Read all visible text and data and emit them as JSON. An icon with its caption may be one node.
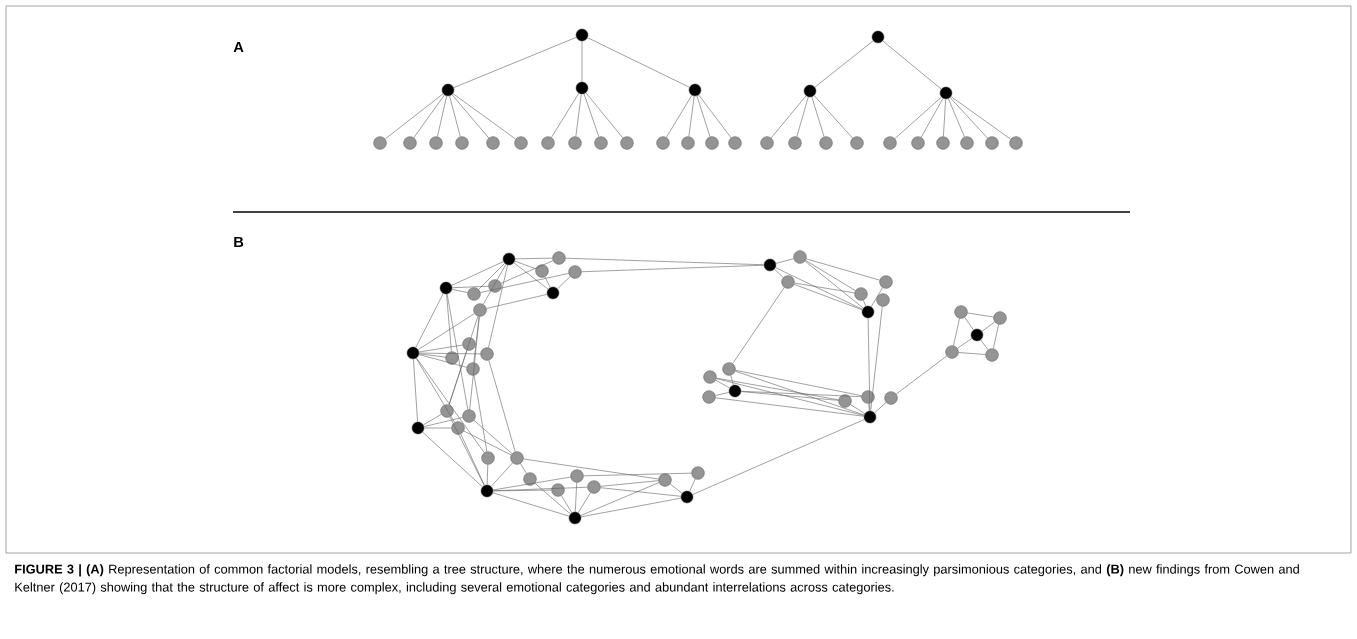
{
  "diagram": {
    "caption": "**FIGURE 3 | (A)** Representation of common factorial models, resembling a tree structure, where the numerous emotional words are summed within increasingly parsimonious categories, and **(B)** new findings from Cowen and Keltner (2017) showing that the structure of affect is more complex, including several emotional categories and abundant interrelations across categories.",
    "nodes": [
      {
        "text": [],
        "shape": "circle"
      },
      {
        "text": [],
        "shape": "circle"
      },
      {
        "text": [],
        "shape": "circle"
      },
      {
        "text": [],
        "shape": "circle"
      },
      {
        "text": [],
        "shape": "circle"
      },
      {
        "text": [],
        "shape": "circle"
      },
      {
        "text": [],
        "shape": "circle"
      },
      {
        "text": [],
        "shape": "circle"
      },
      {
        "text": [],
        "shape": "circle"
      },
      {
        "text": [],
        "shape": "circle"
      },
      {
        "text": [],
        "shape": "circle"
      },
      {
        "text": [],
        "shape": "circle"
      },
      {
        "text": [],
        "shape": "circle"
      },
      {
        "text": [],
        "shape": "circle"
      },
      {
        "text": [],
        "shape": "circle"
      },
      {
        "text": [],
        "shape": "circle"
      },
      {
        "text": [],
        "shape": "circle"
      },
      {
        "text": [],
        "shape": "circle"
      },
      {
        "text": [],
        "shape": "circle"
      },
      {
        "text": [],
        "shape": "circle"
      },
      {
        "text": [],
        "shape": "circle"
      },
      {
        "text": [],
        "shape": "circle"
      },
      {
        "text": [],
        "shape": "circle"
      },
      {
        "text": [],
        "shape": "circle"
      },
      {
        "text": [],
        "shape": "circle"
      },
      {
        "text": [],
        "shape": "circle"
      },
      {
        "text": [],
        "shape": "circle"
      },
      {
        "text": [],
        "shape": "circle"
      },
      {
        "text": [],
        "shape": "circle"
      },
      {
        "text": [],
        "shape": "circle"
      },
      {
        "text": [],
        "shape": "circle"
      },
      {
        "text": [],
        "shape": "circle"
      },
      {
        "text": [],
        "shape": "circle"
      },
      {
        "text": [],
        "shape": "circle"
      },
      {
        "text": [],
        "shape": "circle"
      },
      {
        "text": [],
        "shape": "circle"
      },
      {
        "text": [],
        "shape": "circle"
      },
      {
        "text": [],
        "shape": "circle"
      },
      {
        "text": [],
        "shape": "circle"
      },
      {
        "text": [],
        "shape": "circle"
      },
      {
        "text": [],
        "shape": "circle"
      },
      {
        "text": [],
        "shape": "circle"
      },
      {
        "text": [],
        "shape": "circle"
      },
      {
        "text": [],
        "shape": "circle"
      },
      {
        "text": [],
        "shape": "circle"
      },
      {
        "text": [],
        "shape": "circle"
      },
      {
        "text": [],
        "shape": "circle"
      },
      {
        "text": [],
        "shape": "circle"
      },
      {
        "text": [],
        "shape": "circle"
      },
      {
        "text": [],
        "shape": "circle"
      },
      {
        "text": [],
        "shape": "circle"
      },
      {
        "text": [],
        "shape": "circle"
      },
      {
        "text": [],
        "shape": "circle"
      },
      {
        "text": [],
        "shape": "circle"
      },
      {
        "text": [],
        "shape": "circle"
      },
      {
        "text": [],
        "shape": "circle"
      },
      {
        "text": [],
        "shape": "circle"
      },
      {
        "text": [],
        "shape": "circle"
      },
      {
        "text": [],
        "shape": "circle"
      },
      {
        "text": [],
        "shape": "circle"
      },
      {
        "text": [],
        "shape": "circle"
      },
      {
        "text": [],
        "shape": "circle"
      },
      {
        "text": [],
        "shape": "circle"
      },
      {
        "text": [],
        "shape": "circle"
      },
      {
        "text": [],
        "shape": "circle"
      },
      {
        "text": [],
        "shape": "circle"
      },
      {
        "text": [],
        "shape": "circle"
      },
      {
        "text": [],
        "shape": "circle"
      },
      {
        "text": [],
        "shape": "circle"
      },
      {
        "text": [],
        "shape": "circle"
      },
      {
        "text": [],
        "shape": "circle"
      },
      {
        "text": [],
        "shape": "circle"
      },
      {
        "text": [],
        "shape": "circle"
      },
      {
        "text": [],
        "shape": "circle"
      },
      {
        "text": [],
        "shape": "circle"
      },
      {
        "text": [],
        "shape": "circle"
      },
      {
        "text": [],
        "shape": "circle"
      },
      {
        "text": [],
        "shape": "circle"
      },
      {
        "text": [],
        "shape": "circle"
      },
      {
        "text": [],
        "shape": "circle"
      }
    ],
    "edges": [
      {
        "from": 0,
        "to": 1,
        "arrow": "none"
      },
      {
        "from": 0,
        "to": 2,
        "arrow": "none"
      },
      {
        "from": 0,
        "to": 3,
        "arrow": "none"
      },
      {
        "from": 1,
        "to": 4,
        "arrow": "none"
      },
      {
        "from": 1,
        "to": 5,
        "arrow": "none"
      },
      {
        "from": 1,
        "to": 6,
        "arrow": "none"
      },
      {
        "from": 1,
        "to": 7,
        "arrow": "none"
      },
      {
        "from": 1,
        "to": 8,
        "arrow": "none"
      },
      {
        "from": 1,
        "to": 9,
        "arrow": "none"
      },
      {
        "from": 2,
        "to": 10,
        "arrow": "none"
      },
      {
        "from": 2,
        "to": 11,
        "arrow": "none"
      },
      {
        "from": 2,
        "to": 12,
        "arrow": "none"
      },
      {
        "from": 2,
        "to": 13,
        "arrow": "none"
      },
      {
        "from": 3,
        "to": 14,
        "arrow": "none"
      },
      {
        "from": 3,
        "to": 15,
        "arrow": "none"
      },
      {
        "from": 3,
        "to": 16,
        "arrow": "none"
      },
      {
        "from": 3,
        "to": 17,
        "arrow": "none"
      },
      {
        "from": 18,
        "to": 19,
        "arrow": "none"
      },
      {
        "from": 18,
        "to": 20,
        "arrow": "none"
      },
      {
        "from": 19,
        "to": 21,
        "arrow": "none"
      },
      {
        "from": 19,
        "to": 22,
        "arrow": "none"
      },
      {
        "from": 19,
        "to": 23,
        "arrow": "none"
      },
      {
        "from": 19,
        "to": 24,
        "arrow": "none"
      },
      {
        "from": 20,
        "to": 25,
        "arrow": "none"
      },
      {
        "from": 20,
        "to": 26,
        "arrow": "none"
      },
      {
        "from": 20,
        "to": 27,
        "arrow": "none"
      },
      {
        "from": 20,
        "to": 28,
        "arrow": "none"
      },
      {
        "from": 20,
        "to": 29,
        "arrow": "none"
      },
      {
        "from": 20,
        "to": 30,
        "arrow": "none"
      },
      {
        "from": 31,
        "to": 32,
        "arrow": "none"
      },
      {
        "from": 31,
        "to": 33,
        "arrow": "none"
      },
      {
        "from": 31,
        "to": 36,
        "arrow": "none"
      },
      {
        "from": 31,
        "to": 35,
        "arrow": "none"
      },
      {
        "from": 31,
        "to": 38,
        "arrow": "none"
      },
      {
        "from": 31,
        "to": 39,
        "arrow": "none"
      },
      {
        "from": 31,
        "to": 43,
        "arrow": "none"
      },
      {
        "from": 32,
        "to": 60,
        "arrow": "none"
      },
      {
        "from": 34,
        "to": 60,
        "arrow": "none"
      },
      {
        "from": 32,
        "to": 37,
        "arrow": "none"
      },
      {
        "from": 34,
        "to": 38,
        "arrow": "none"
      },
      {
        "from": 34,
        "to": 35,
        "arrow": "none"
      },
      {
        "from": 33,
        "to": 35,
        "arrow": "none"
      },
      {
        "from": 35,
        "to": 39,
        "arrow": "none"
      },
      {
        "from": 36,
        "to": 37,
        "arrow": "none"
      },
      {
        "from": 36,
        "to": 38,
        "arrow": "none"
      },
      {
        "from": 36,
        "to": 40,
        "arrow": "none"
      },
      {
        "from": 36,
        "to": 42,
        "arrow": "none"
      },
      {
        "from": 36,
        "to": 46,
        "arrow": "none"
      },
      {
        "from": 39,
        "to": 40,
        "arrow": "none"
      },
      {
        "from": 39,
        "to": 44,
        "arrow": "none"
      },
      {
        "from": 39,
        "to": 45,
        "arrow": "none"
      },
      {
        "from": 39,
        "to": 46,
        "arrow": "none"
      },
      {
        "from": 40,
        "to": 41,
        "arrow": "none"
      },
      {
        "from": 40,
        "to": 42,
        "arrow": "none"
      },
      {
        "from": 40,
        "to": 43,
        "arrow": "none"
      },
      {
        "from": 40,
        "to": 44,
        "arrow": "none"
      },
      {
        "from": 40,
        "to": 47,
        "arrow": "none"
      },
      {
        "from": 40,
        "to": 48,
        "arrow": "none"
      },
      {
        "from": 40,
        "to": 49,
        "arrow": "none"
      },
      {
        "from": 41,
        "to": 45,
        "arrow": "none"
      },
      {
        "from": 43,
        "to": 50,
        "arrow": "none"
      },
      {
        "from": 44,
        "to": 49,
        "arrow": "none"
      },
      {
        "from": 47,
        "to": 45,
        "arrow": "none"
      },
      {
        "from": 47,
        "to": 46,
        "arrow": "none"
      },
      {
        "from": 47,
        "to": 48,
        "arrow": "none"
      },
      {
        "from": 47,
        "to": 52,
        "arrow": "none"
      },
      {
        "from": 45,
        "to": 52,
        "arrow": "none"
      },
      {
        "from": 46,
        "to": 50,
        "arrow": "none"
      },
      {
        "from": 48,
        "to": 52,
        "arrow": "none"
      },
      {
        "from": 48,
        "to": 50,
        "arrow": "none"
      },
      {
        "from": 49,
        "to": 52,
        "arrow": "none"
      },
      {
        "from": 50,
        "to": 52,
        "arrow": "none"
      },
      {
        "from": 50,
        "to": 51,
        "arrow": "none"
      },
      {
        "from": 50,
        "to": 57,
        "arrow": "none"
      },
      {
        "from": 51,
        "to": 56,
        "arrow": "none"
      },
      {
        "from": 52,
        "to": 53,
        "arrow": "none"
      },
      {
        "from": 52,
        "to": 54,
        "arrow": "none"
      },
      {
        "from": 52,
        "to": 55,
        "arrow": "none"
      },
      {
        "from": 52,
        "to": 56,
        "arrow": "none"
      },
      {
        "from": 53,
        "to": 56,
        "arrow": "none"
      },
      {
        "from": 54,
        "to": 56,
        "arrow": "none"
      },
      {
        "from": 54,
        "to": 58,
        "arrow": "none"
      },
      {
        "from": 55,
        "to": 56,
        "arrow": "none"
      },
      {
        "from": 55,
        "to": 57,
        "arrow": "none"
      },
      {
        "from": 55,
        "to": 59,
        "arrow": "none"
      },
      {
        "from": 56,
        "to": 59,
        "arrow": "none"
      },
      {
        "from": 56,
        "to": 57,
        "arrow": "none"
      },
      {
        "from": 57,
        "to": 59,
        "arrow": "none"
      },
      {
        "from": 58,
        "to": 59,
        "arrow": "none"
      },
      {
        "from": 59,
        "to": 79,
        "arrow": "none"
      },
      {
        "from": 60,
        "to": 61,
        "arrow": "none"
      },
      {
        "from": 60,
        "to": 62,
        "arrow": "none"
      },
      {
        "from": 60,
        "to": 66,
        "arrow": "none"
      },
      {
        "from": 61,
        "to": 63,
        "arrow": "none"
      },
      {
        "from": 61,
        "to": 64,
        "arrow": "none"
      },
      {
        "from": 61,
        "to": 66,
        "arrow": "none"
      },
      {
        "from": 62,
        "to": 64,
        "arrow": "none"
      },
      {
        "from": 62,
        "to": 66,
        "arrow": "none"
      },
      {
        "from": 62,
        "to": 72,
        "arrow": "none"
      },
      {
        "from": 63,
        "to": 66,
        "arrow": "none"
      },
      {
        "from": 64,
        "to": 66,
        "arrow": "none"
      },
      {
        "from": 65,
        "to": 79,
        "arrow": "none"
      },
      {
        "from": 66,
        "to": 79,
        "arrow": "none"
      },
      {
        "from": 72,
        "to": 74,
        "arrow": "none"
      },
      {
        "from": 72,
        "to": 77,
        "arrow": "none"
      },
      {
        "from": 72,
        "to": 79,
        "arrow": "none"
      },
      {
        "from": 73,
        "to": 74,
        "arrow": "none"
      },
      {
        "from": 73,
        "to": 76,
        "arrow": "none"
      },
      {
        "from": 73,
        "to": 79,
        "arrow": "none"
      },
      {
        "from": 74,
        "to": 75,
        "arrow": "none"
      },
      {
        "from": 74,
        "to": 76,
        "arrow": "none"
      },
      {
        "from": 74,
        "to": 77,
        "arrow": "none"
      },
      {
        "from": 75,
        "to": 79,
        "arrow": "none"
      },
      {
        "from": 76,
        "to": 79,
        "arrow": "none"
      },
      {
        "from": 77,
        "to": 79,
        "arrow": "none"
      },
      {
        "from": 79,
        "to": 78,
        "arrow": "none"
      },
      {
        "from": 78,
        "to": 70,
        "arrow": "none"
      },
      {
        "from": 70,
        "to": 67,
        "arrow": "none"
      },
      {
        "from": 70,
        "to": 69,
        "arrow": "none"
      },
      {
        "from": 70,
        "to": 71,
        "arrow": "none"
      },
      {
        "from": 67,
        "to": 68,
        "arrow": "none"
      },
      {
        "from": 67,
        "to": 69,
        "arrow": "none"
      },
      {
        "from": 68,
        "to": 69,
        "arrow": "none"
      },
      {
        "from": 68,
        "to": 71,
        "arrow": "none"
      },
      {
        "from": 69,
        "to": 71,
        "arrow": "none"
      }
    ],
    "labels": [
      "A",
      "B"
    ]
  }
}
